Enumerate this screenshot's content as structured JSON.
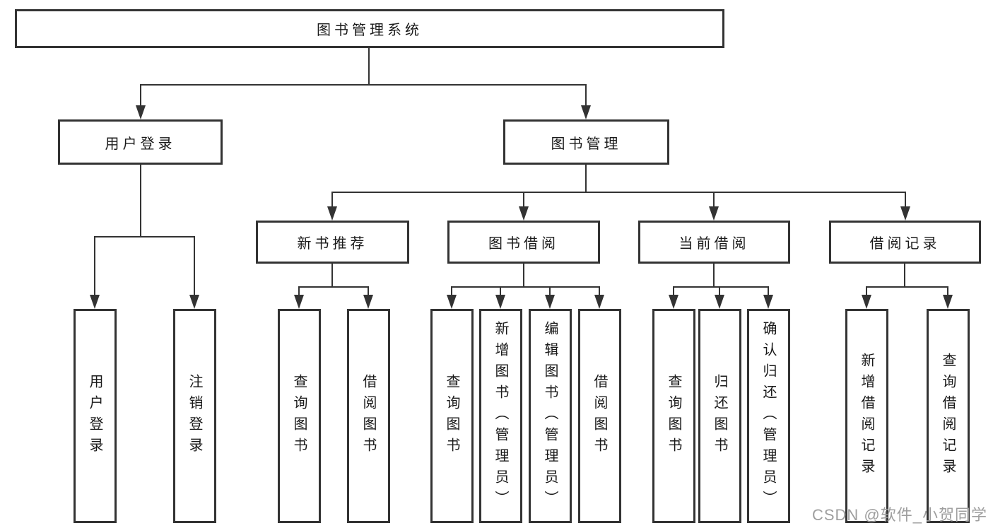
{
  "diagram": {
    "root": {
      "label": "图书管理系统"
    },
    "level2": [
      {
        "label": "用户登录"
      },
      {
        "label": "图书管理"
      }
    ],
    "level3": [
      {
        "label": "新书推荐",
        "parent": "图书管理"
      },
      {
        "label": "图书借阅",
        "parent": "图书管理"
      },
      {
        "label": "当前借阅",
        "parent": "图书管理"
      },
      {
        "label": "借阅记录",
        "parent": "图书管理"
      }
    ],
    "leaves": [
      {
        "label": "用户登录",
        "parent": "用户登录"
      },
      {
        "label": "注销登录",
        "parent": "用户登录"
      },
      {
        "label": "查询图书",
        "parent": "新书推荐"
      },
      {
        "label": "借阅图书",
        "parent": "新书推荐"
      },
      {
        "label": "查询图书",
        "parent": "图书借阅"
      },
      {
        "label": "新增图书（管理员）",
        "parent": "图书借阅"
      },
      {
        "label": "编辑图书（管理员）",
        "parent": "图书借阅"
      },
      {
        "label": "借阅图书",
        "parent": "图书借阅"
      },
      {
        "label": "查询图书",
        "parent": "当前借阅"
      },
      {
        "label": "归还图书",
        "parent": "当前借阅"
      },
      {
        "label": "确认归还（管理员）",
        "parent": "当前借阅"
      },
      {
        "label": "新增借阅记录",
        "parent": "借阅记录"
      },
      {
        "label": "查询借阅记录",
        "parent": "借阅记录"
      }
    ]
  },
  "watermark": {
    "text": "CSDN @软件_小贺同学",
    "color": "#9e9e9e"
  },
  "colors": {
    "line": "#333333",
    "text": "#1a1a1a",
    "background": "#ffffff"
  }
}
